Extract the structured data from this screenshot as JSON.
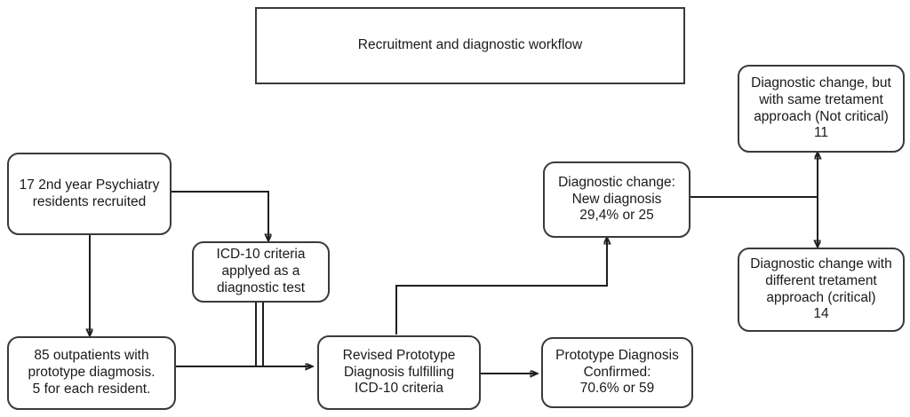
{
  "diagram": {
    "type": "flowchart",
    "title": "Recruitment and diagnostic workflow",
    "background_color": "#ffffff",
    "line_color": "#1f1f1f",
    "box_border_color": "#3a3a3a",
    "nodes": {
      "title": {
        "text": "Recruitment and diagnostic workflow",
        "shape": "rectangle"
      },
      "residents": {
        "text": "17 2nd year Psychiatry\nresidents recruited",
        "shape": "rounded-rectangle"
      },
      "icd10": {
        "text": "ICD-10 criteria\napplyed as a\ndiagnostic test",
        "shape": "rounded-rectangle"
      },
      "outpatients": {
        "text": "85 outpatients with\nprototype diagmosis.\n5 for each resident.",
        "shape": "rounded-rectangle"
      },
      "revised": {
        "text": "Revised Prototype\nDiagnosis fulfilling\nICD-10 criteria",
        "shape": "rounded-rectangle"
      },
      "confirmed": {
        "text": "Prototype Diagnosis\nConfirmed:\n70.6% or 59",
        "shape": "rounded-rectangle",
        "percent": "70.6%",
        "count": "59"
      },
      "new_diagnosis": {
        "text": "Diagnostic change:\nNew diagnosis\n29,4% or 25",
        "shape": "rounded-rectangle",
        "percent": "29,4%",
        "count": "25"
      },
      "not_critical": {
        "text": "Diagnostic change, but\nwith same tretament\napproach (Not critical)\n11",
        "shape": "rounded-rectangle",
        "count": "11"
      },
      "critical": {
        "text": "Diagnostic change with\ndifferent tretament\napproach (critical)\n14",
        "shape": "rounded-rectangle",
        "count": "14"
      }
    },
    "edges": [
      {
        "from": "residents",
        "to": "icd10",
        "style": "orthogonal",
        "arrow": "end"
      },
      {
        "from": "residents",
        "to": "outpatients",
        "style": "straight-down",
        "arrow": "end"
      },
      {
        "from": "icd10",
        "to": "outpatients-to-revised-line",
        "style": "double-line",
        "arrow": "none"
      },
      {
        "from": "outpatients",
        "to": "revised",
        "style": "straight-right",
        "arrow": "end"
      },
      {
        "from": "revised",
        "to": "confirmed",
        "style": "straight-right",
        "arrow": "end"
      },
      {
        "from": "revised",
        "to": "new_diagnosis",
        "style": "orthogonal",
        "arrow": "end"
      },
      {
        "from": "new_diagnosis",
        "to": "not_critical",
        "style": "orthogonal",
        "arrow": "end"
      },
      {
        "from": "new_diagnosis",
        "to": "critical",
        "style": "orthogonal",
        "arrow": "end"
      }
    ]
  }
}
